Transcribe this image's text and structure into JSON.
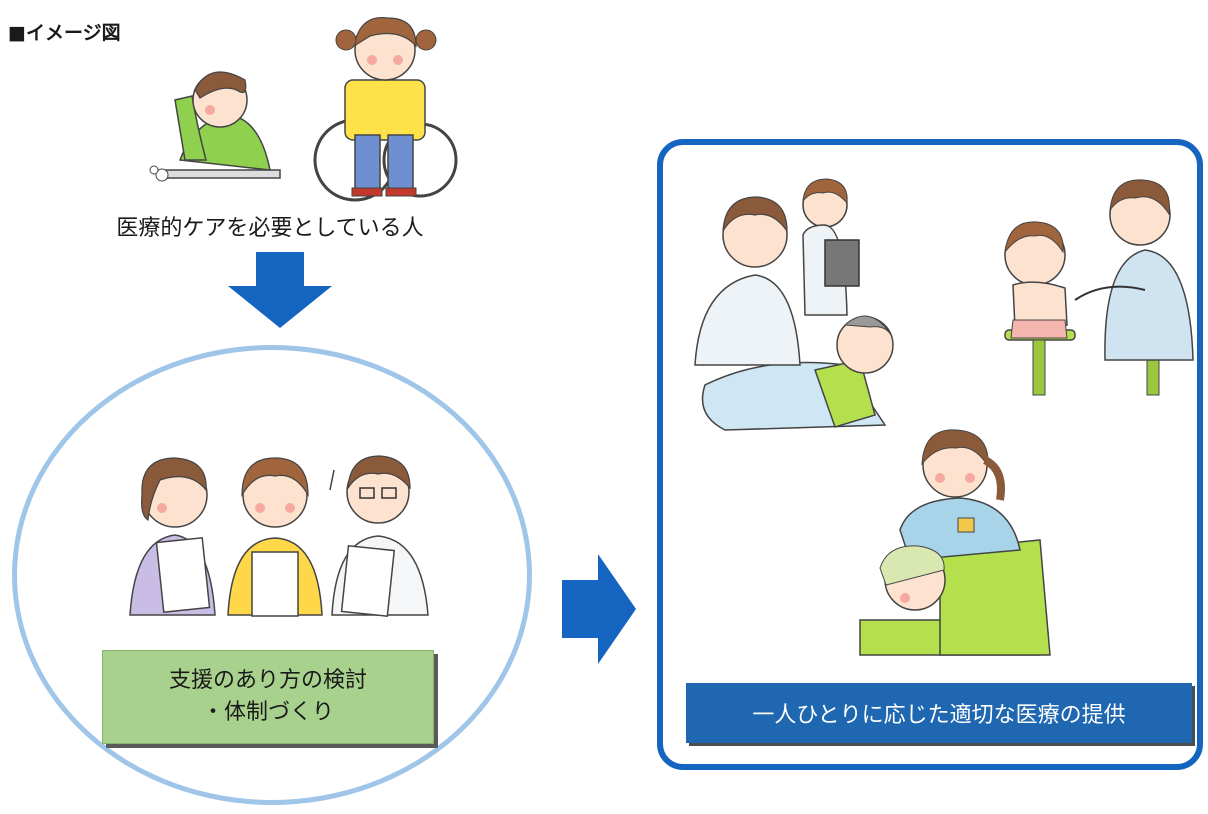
{
  "title": "■イメージ図",
  "care_recipients": {
    "caption": "医療的ケアを必要としている人"
  },
  "planning": {
    "label_line1": "支援のあり方の検討",
    "label_line2": "・体制づくり"
  },
  "care_provision": {
    "label": "一人ひとりに応じた適切な医療の提供"
  },
  "colors": {
    "arrow": "#1565c0",
    "ellipse_border": "#9fc5e8",
    "planning_box": "#a9d18e",
    "panel_border": "#1565c0",
    "care_label_bg": "#1f67b0"
  },
  "icons": [
    "patients-illustration",
    "team-discussion-illustration",
    "doctor-bedside-illustration",
    "pediatric-exam-illustration",
    "nurse-care-illustration",
    "arrow-down-icon",
    "arrow-right-icon"
  ]
}
